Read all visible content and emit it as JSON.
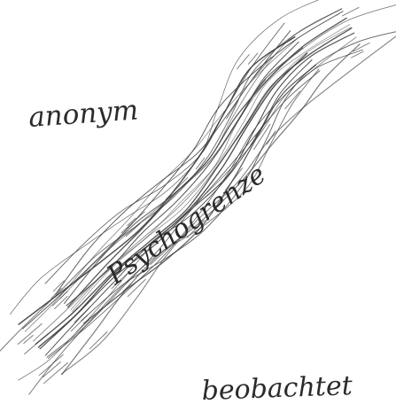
{
  "labels": {
    "top_left": "anonym",
    "band": "Psychogrenze",
    "bottom_right": "beobachtet"
  },
  "colors": {
    "ink": "#2b2b2b",
    "paper": "#ffffff"
  }
}
